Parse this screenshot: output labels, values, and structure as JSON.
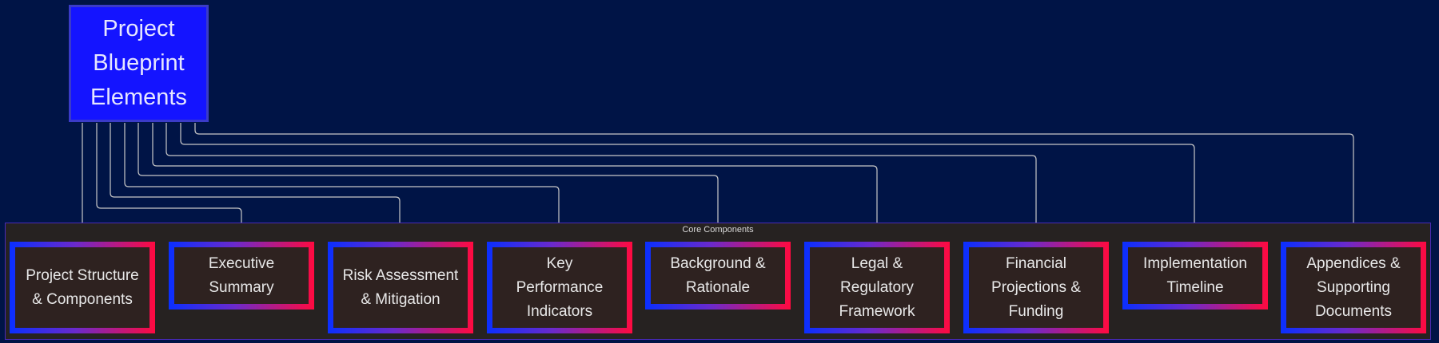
{
  "root": {
    "label": "Project\nBlueprint\nElements"
  },
  "group": {
    "label": "Core Components"
  },
  "nodes": [
    {
      "label": "Project Structure\n& Components"
    },
    {
      "label": "Executive\nSummary"
    },
    {
      "label": "Risk Assessment\n& Mitigation"
    },
    {
      "label": "Key\nPerformance\nIndicators"
    },
    {
      "label": "Background &\nRationale"
    },
    {
      "label": "Legal &\nRegulatory\nFramework"
    },
    {
      "label": "Financial\nProjections &\nFunding"
    },
    {
      "label": "Implementation\nTimeline"
    },
    {
      "label": "Appendices &\nSupporting\nDocuments"
    }
  ],
  "colors": {
    "background": "#001446",
    "root_fill": "#1414ff",
    "edge": "#c8c8c8",
    "gradient_start": "#0a2fff",
    "gradient_end": "#ff0a40"
  }
}
